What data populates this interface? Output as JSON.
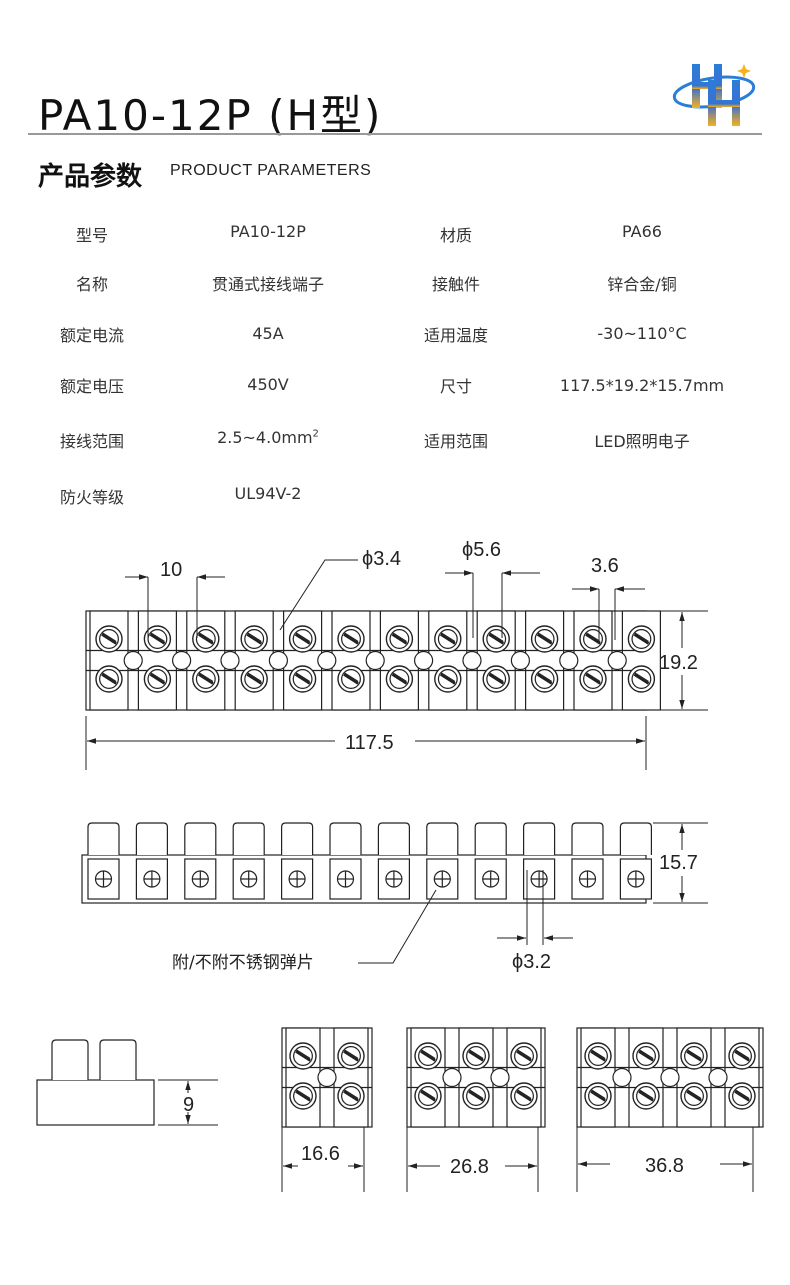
{
  "title": "PA10-12P (H型)",
  "section": {
    "cn": "产品参数",
    "en": "PRODUCT PARAMETERS"
  },
  "params": [
    {
      "label": "型号",
      "value": "PA10-12P"
    },
    {
      "label": "材质",
      "value": "PA66"
    },
    {
      "label": "名称",
      "value": "贯通式接线端子"
    },
    {
      "label": "接触件",
      "value": "锌合金/铜"
    },
    {
      "label": "额定电流",
      "value": "45A"
    },
    {
      "label": "适用温度",
      "value": "-30~110°C"
    },
    {
      "label": "额定电压",
      "value": "450V"
    },
    {
      "label": "尺寸",
      "value": "117.5*19.2*15.7mm"
    },
    {
      "label": "接线范围",
      "value": "2.5~4.0mm",
      "value_sup": "2"
    },
    {
      "label": "适用范围",
      "value": "LED照明电子"
    },
    {
      "label": "防火等级",
      "value": "UL94V-2"
    }
  ],
  "drawing": {
    "top_view": {
      "pitch": "10",
      "hole_small": "ϕ3.4",
      "hole_large": "ϕ5.6",
      "gap": "3.6",
      "height": "19.2",
      "length": "117.5"
    },
    "side_view": {
      "height": "15.7",
      "hole": "ϕ3.2",
      "spring_note": "附/不附不锈钢弹片"
    },
    "small_views": {
      "base_height": "9",
      "widths": [
        "16.6",
        "26.8",
        "36.8"
      ]
    }
  },
  "colors": {
    "line": "#222222",
    "rule": "#999999",
    "logo_blue": "#2a7ed8",
    "logo_yellow": "#f5b21b"
  }
}
